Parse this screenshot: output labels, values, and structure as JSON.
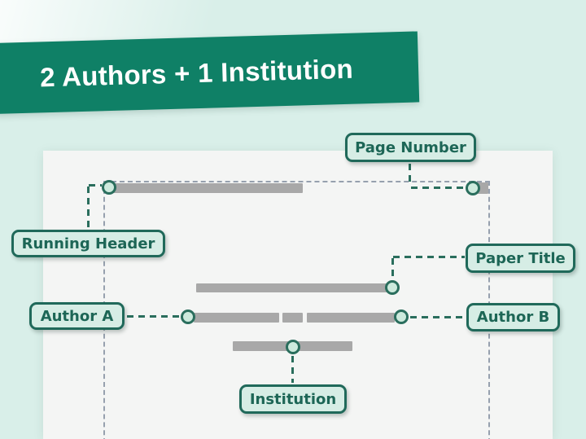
{
  "header": {
    "title": "2 Authors + 1 Institution"
  },
  "labels": {
    "page_number": "Page Number",
    "running_header": "Running Header",
    "paper_title": "Paper Title",
    "author_a": "Author A",
    "author_b": "Author B",
    "institution": "Institution"
  },
  "colors": {
    "background": "#d9efe9",
    "banner": "#0f8066",
    "banner_text": "#ffffff",
    "page": "#f4f5f4",
    "margin_dash": "#96a0ae",
    "placeholder_gray": "#a8a8a8",
    "tag_fill": "#d6ede5",
    "tag_border": "#20695a",
    "tag_text": "#1d6656",
    "connector": "#2a6e5d",
    "dot_fill": "#cdeadd"
  }
}
